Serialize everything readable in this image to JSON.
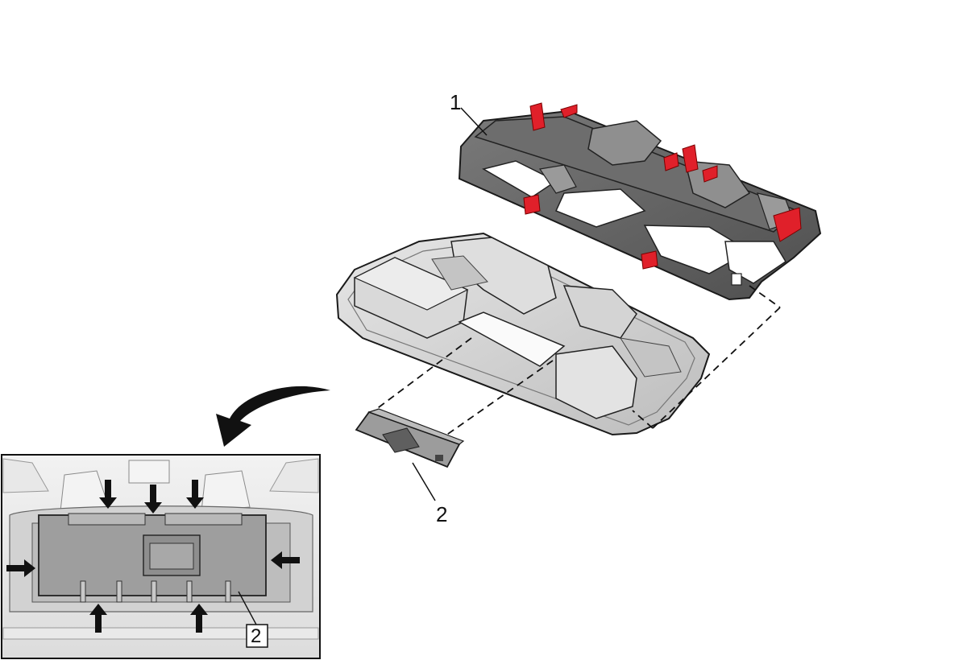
{
  "callouts": {
    "bracket": "1",
    "switch_module": "2",
    "detail_label": "2"
  },
  "colors": {
    "bracket_body": "#5f5f5f",
    "clip_highlight": "#e0202a",
    "console_body": "#cfcfcf",
    "module_body": "#8a8a8a",
    "outline": "#1a1a1a"
  },
  "icons": {
    "curved_arrow": "curved-arrow-icon",
    "push_arrow": "arrow-icon"
  }
}
